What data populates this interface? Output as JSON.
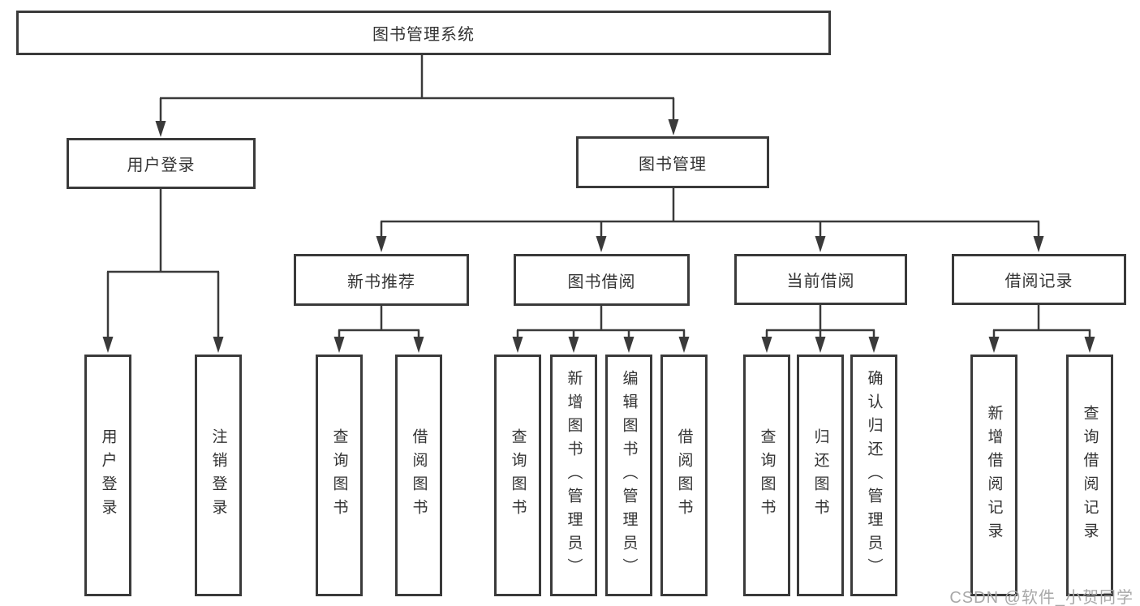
{
  "diagram": {
    "type": "hierarchy-tree",
    "root": {
      "label": "图书管理系统"
    },
    "login": {
      "label": "用户登录",
      "leaves": [
        "用户登录",
        "注销登录"
      ]
    },
    "management": {
      "label": "图书管理",
      "branches": [
        {
          "label": "新书推荐",
          "leaves": [
            "查询图书",
            "借阅图书"
          ]
        },
        {
          "label": "图书借阅",
          "leaves": [
            "查询图书",
            "新增图书（管理员）",
            "编辑图书（管理员）",
            "借阅图书"
          ]
        },
        {
          "label": "当前借阅",
          "leaves": [
            "查询图书",
            "归还图书",
            "确认归还（管理员）"
          ]
        },
        {
          "label": "借阅记录",
          "leaves": [
            "新增借阅记录",
            "查询借阅记录"
          ]
        }
      ]
    }
  },
  "watermark": {
    "text": "CSDN @软件_小贺同学"
  },
  "colors": {
    "line": "#3a3a3a",
    "text": "#333333",
    "box_background": "#ffffff",
    "watermark_text": "#a8a8a8"
  }
}
